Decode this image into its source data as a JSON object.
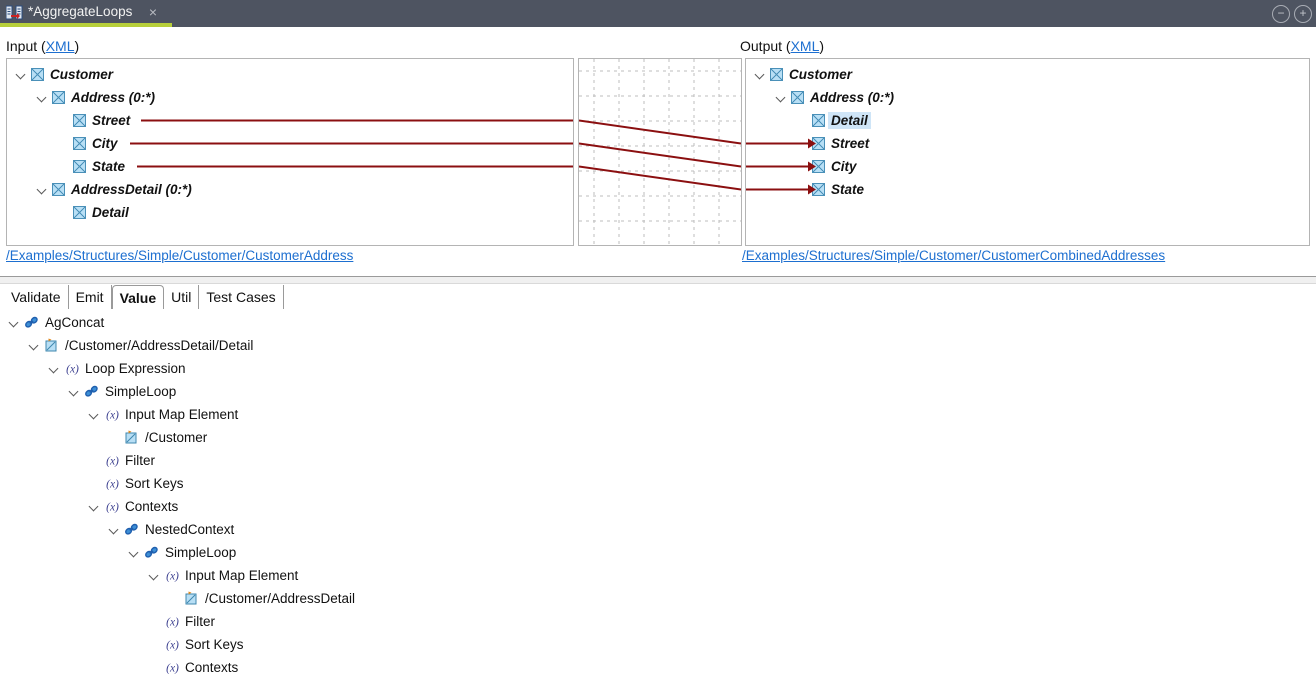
{
  "window": {
    "tab_title": "*AggregateLoops",
    "close_label": "×",
    "minimize_label": "−",
    "maximize_label": "+",
    "accent_color": "#b7cf3a",
    "titlebar_color": "#4e5461"
  },
  "mapping": {
    "input": {
      "label": "Input (",
      "link": "XML",
      "label_end": ")",
      "path": "/Examples/Structures/Simple/Customer/CustomerAddress",
      "tree": [
        {
          "label": "Customer",
          "depth": 0,
          "expandable": true,
          "selected": false
        },
        {
          "label": "Address (0:*)",
          "depth": 1,
          "expandable": true,
          "selected": false
        },
        {
          "label": "Street",
          "depth": 2,
          "expandable": false,
          "selected": false
        },
        {
          "label": "City",
          "depth": 2,
          "expandable": false,
          "selected": false
        },
        {
          "label": "State",
          "depth": 2,
          "expandable": false,
          "selected": false
        },
        {
          "label": "AddressDetail (0:*)",
          "depth": 1,
          "expandable": true,
          "selected": false
        },
        {
          "label": "Detail",
          "depth": 2,
          "expandable": false,
          "selected": false
        }
      ]
    },
    "output": {
      "label": "Output (",
      "link": "XML",
      "label_end": ")",
      "path": "/Examples/Structures/Simple/Customer/CustomerCombinedAddresses",
      "tree": [
        {
          "label": "Customer",
          "depth": 0,
          "expandable": true,
          "selected": false
        },
        {
          "label": "Address (0:*)",
          "depth": 1,
          "expandable": true,
          "selected": false
        },
        {
          "label": "Detail",
          "depth": 2,
          "expandable": false,
          "selected": true
        },
        {
          "label": "Street",
          "depth": 2,
          "expandable": false,
          "selected": false
        },
        {
          "label": "City",
          "depth": 2,
          "expandable": false,
          "selected": false
        },
        {
          "label": "State",
          "depth": 2,
          "expandable": false,
          "selected": false
        }
      ]
    },
    "links": [
      {
        "from": "Street",
        "to": "Street"
      },
      {
        "from": "City",
        "to": "City"
      },
      {
        "from": "State",
        "to": "State"
      }
    ],
    "link_color": "#8b0f10"
  },
  "editor": {
    "tabs": [
      {
        "label": "Validate",
        "active": false
      },
      {
        "label": "Emit",
        "active": false
      },
      {
        "label": "Value",
        "active": true
      },
      {
        "label": "Util",
        "active": false
      },
      {
        "label": "Test Cases",
        "active": false
      }
    ],
    "tree": [
      {
        "label": "AgConcat",
        "depth": 0,
        "icon": "link-icon",
        "expandable": true
      },
      {
        "label": "/Customer/AddressDetail/Detail",
        "depth": 1,
        "icon": "map-target-icon",
        "expandable": true
      },
      {
        "label": "Loop Expression",
        "depth": 2,
        "icon": "expression-icon",
        "expandable": true
      },
      {
        "label": "SimpleLoop",
        "depth": 3,
        "icon": "link-icon",
        "expandable": true
      },
      {
        "label": "Input Map Element",
        "depth": 4,
        "icon": "expression-icon",
        "expandable": true
      },
      {
        "label": "/Customer",
        "depth": 5,
        "icon": "map-target-icon",
        "expandable": false
      },
      {
        "label": "Filter",
        "depth": 4,
        "icon": "expression-icon",
        "expandable": false
      },
      {
        "label": "Sort Keys",
        "depth": 4,
        "icon": "expression-icon",
        "expandable": false
      },
      {
        "label": "Contexts",
        "depth": 4,
        "icon": "expression-icon",
        "expandable": true
      },
      {
        "label": "NestedContext",
        "depth": 5,
        "icon": "link-icon",
        "expandable": true
      },
      {
        "label": "SimpleLoop",
        "depth": 6,
        "icon": "link-icon",
        "expandable": true
      },
      {
        "label": "Input Map Element",
        "depth": 7,
        "icon": "expression-icon",
        "expandable": true
      },
      {
        "label": "/Customer/AddressDetail",
        "depth": 8,
        "icon": "map-target-icon",
        "expandable": false
      },
      {
        "label": "Filter",
        "depth": 7,
        "icon": "expression-icon",
        "expandable": false
      },
      {
        "label": "Sort Keys",
        "depth": 7,
        "icon": "expression-icon",
        "expandable": false
      },
      {
        "label": "Contexts",
        "depth": 7,
        "icon": "expression-icon",
        "expandable": false
      }
    ]
  }
}
